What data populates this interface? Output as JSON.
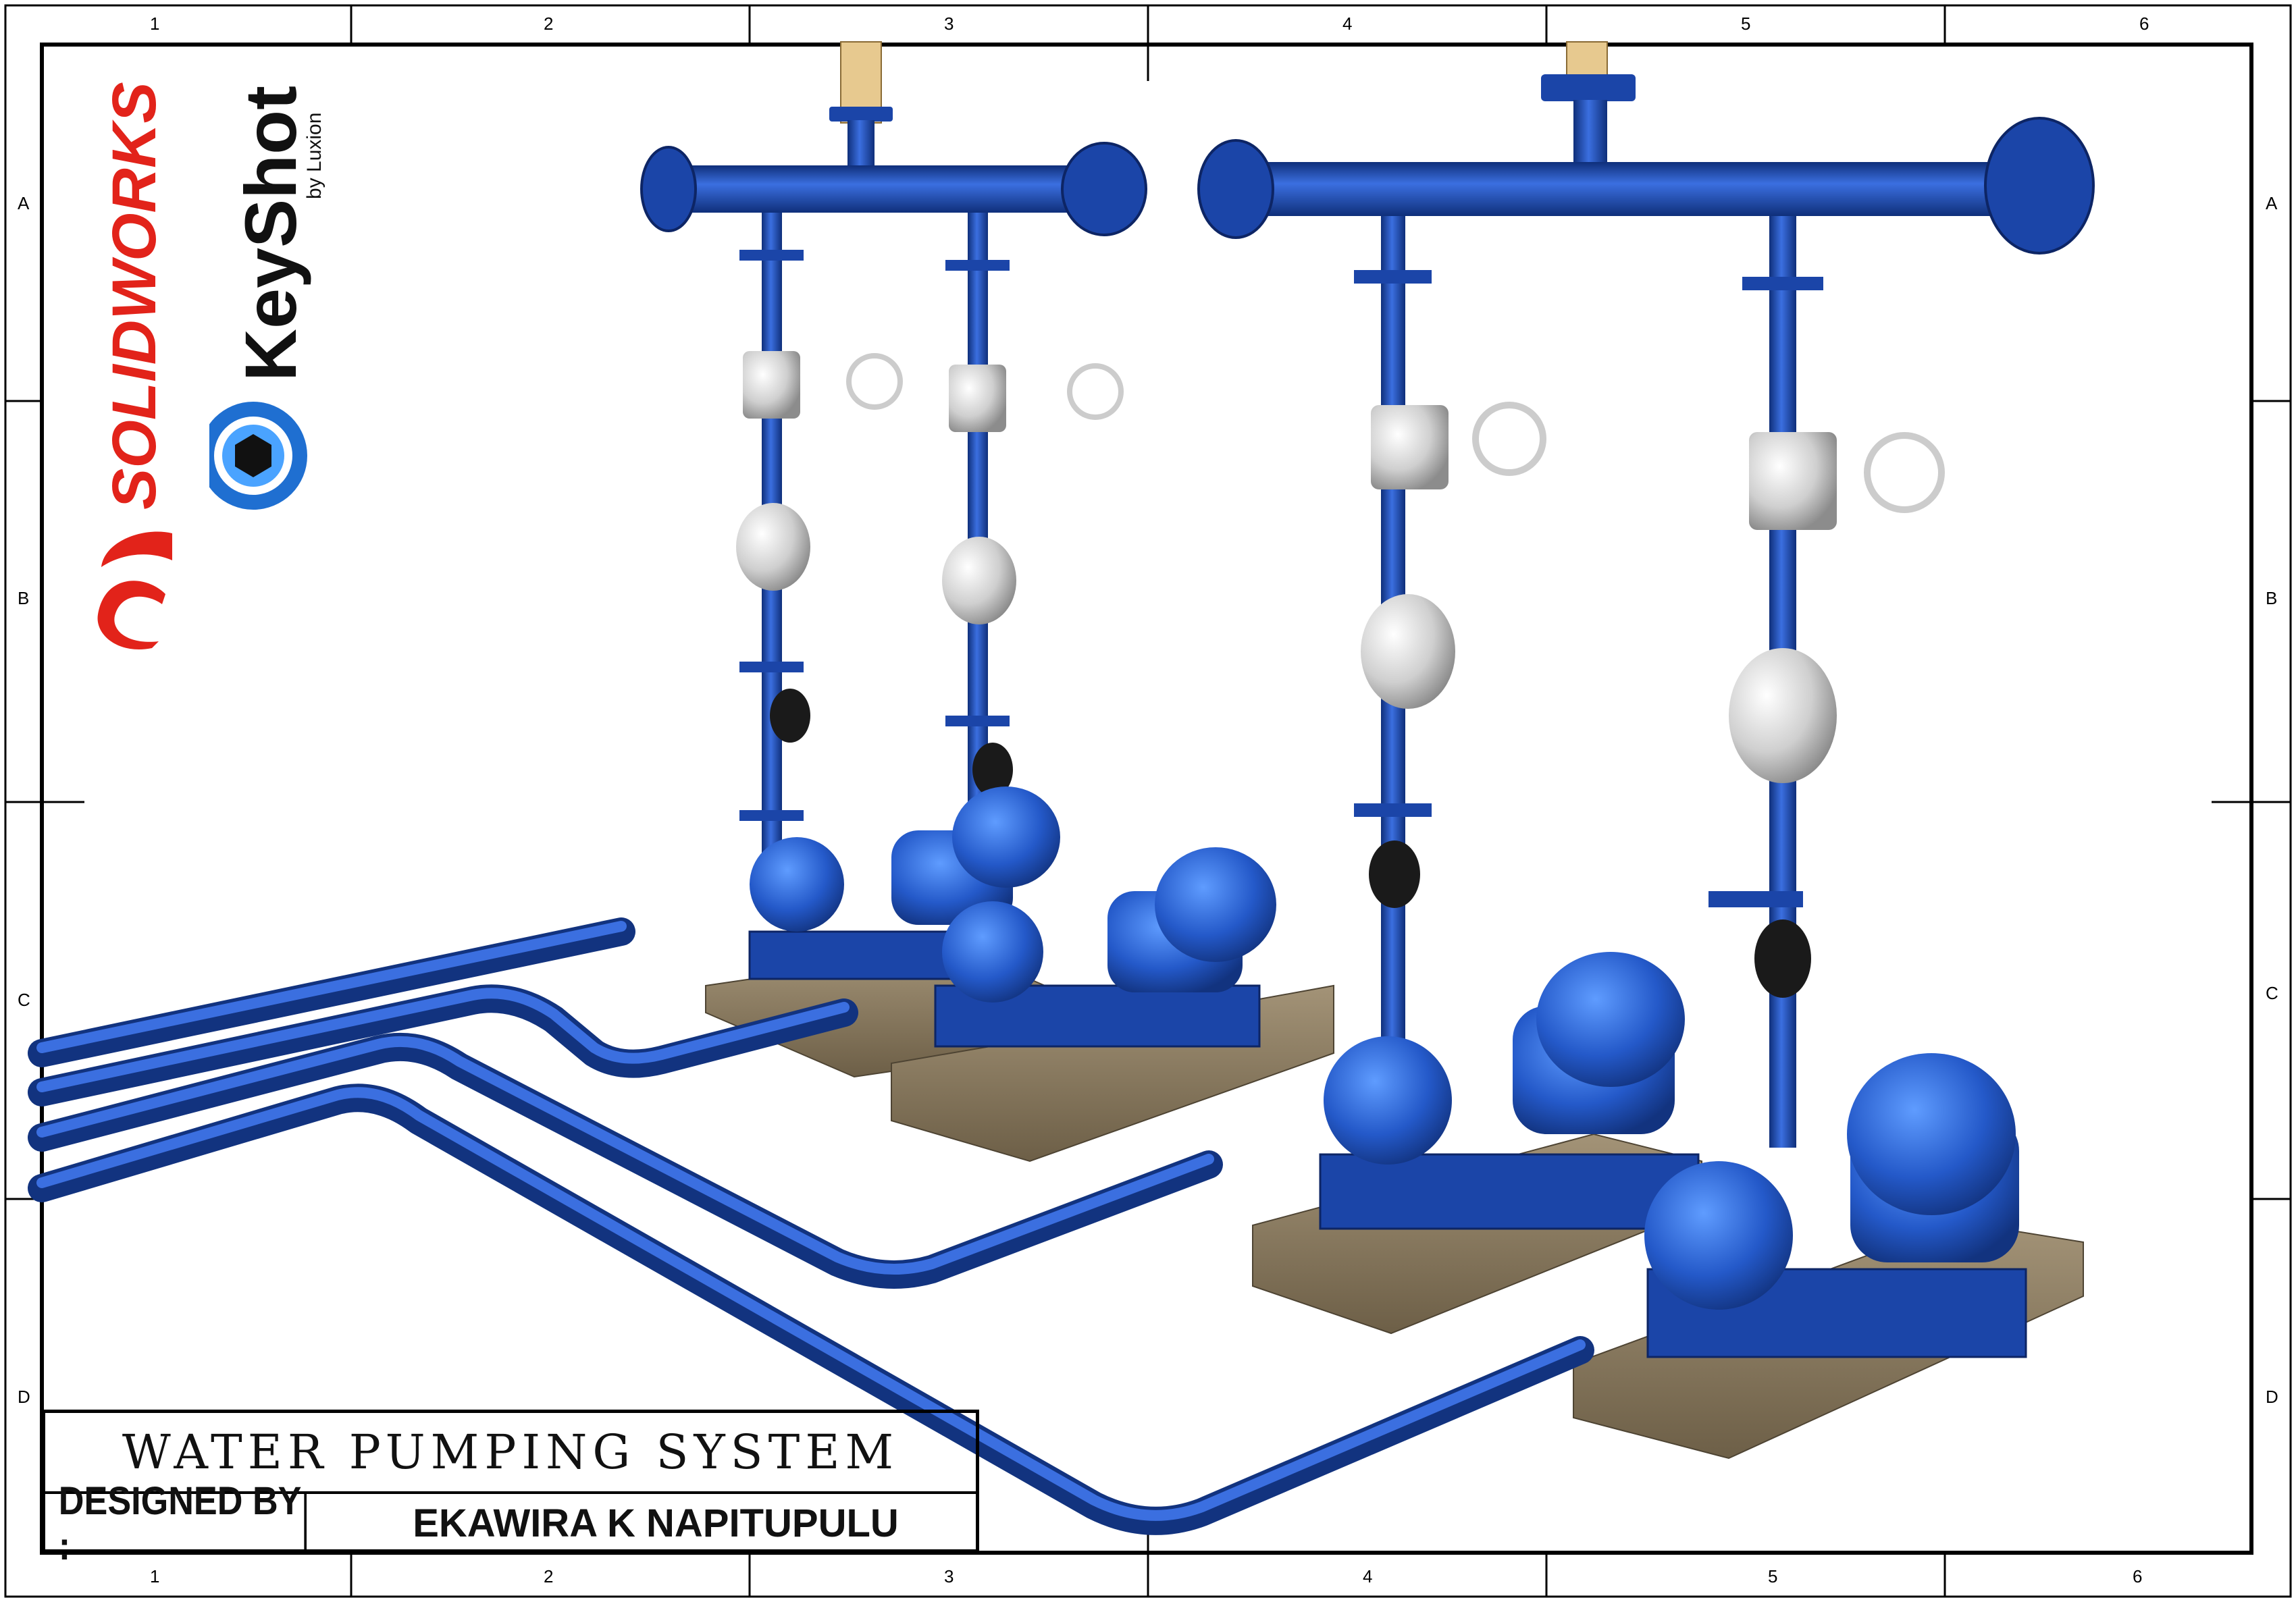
{
  "sheet": {
    "zones_top": [
      "1",
      "2",
      "3",
      "4",
      "5",
      "6"
    ],
    "zones_bottom": [
      "1",
      "2",
      "3",
      "4",
      "5",
      "6"
    ],
    "zones_left": [
      "A",
      "B",
      "C",
      "D"
    ],
    "zones_right": [
      "A",
      "B",
      "C",
      "D"
    ]
  },
  "logos": {
    "solidworks_text": "SOLIDWORKS",
    "keyshot_text": "KeyShot",
    "keyshot_sub": "by Luxion"
  },
  "title_block": {
    "title": "WATER PUMPING SYSTEM",
    "designed_by_label": "DESIGNED BY :",
    "designer": "EKAWIRA K NAPITUPULU"
  },
  "colors": {
    "pipe_blue": "#1f4fb5",
    "motor_blue": "#2a66d8",
    "valve_gray": "#d6d6d6",
    "base_concrete": "#8a7a5e",
    "solidworks_red": "#e2231a"
  }
}
